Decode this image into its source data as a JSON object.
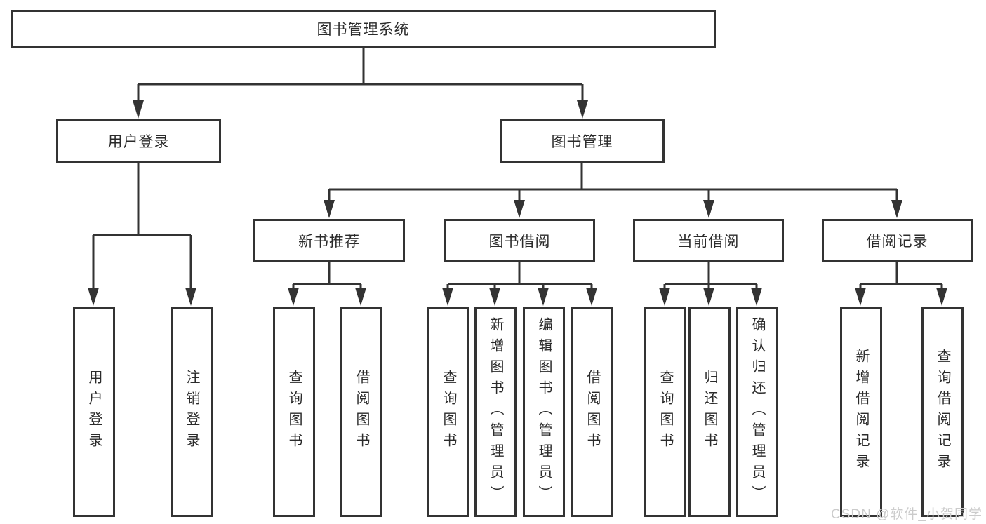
{
  "title_node": "图书管理系统",
  "level2": {
    "user_login": "用户登录",
    "book_management": "图书管理"
  },
  "level3": {
    "new_book": "新书推荐",
    "borrow": "图书借阅",
    "current": "当前借阅",
    "records": "借阅记录"
  },
  "leaves": {
    "user_login_login": "用户登录",
    "user_login_logout": "注销登录",
    "newbook_query": "查询图书",
    "newbook_borrow": "借阅图书",
    "borrow_query": "查询图书",
    "borrow_add": "新增图书（管理员）",
    "borrow_edit": "编辑图书（管理员）",
    "borrow_borrow": "借阅图书",
    "current_query": "查询图书",
    "current_return": "归还图书",
    "current_confirm": "确认归还（管理员）",
    "records_add": "新增借阅记录",
    "records_query": "查询借阅记录"
  },
  "watermark": "CSDN @软件_小贺同学",
  "colors": {
    "stroke": "#333333",
    "text": "#2b2b2b",
    "background": "#ffffff",
    "watermark": "#cbcbcb"
  }
}
